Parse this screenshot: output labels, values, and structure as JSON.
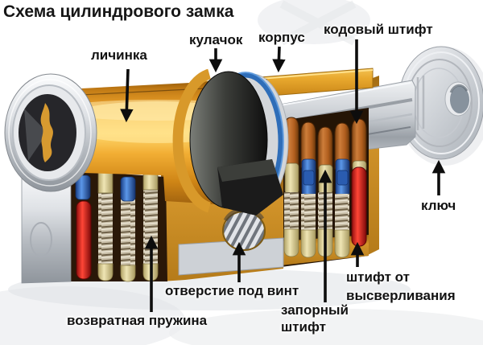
{
  "title": "Схема цилиндрового замка",
  "diagram": {
    "subject": "cylinder-lock-cutaway-schematic",
    "labels": {
      "lichinka": "личинка",
      "kulachok": "кулачок",
      "korpus": "корпус",
      "kodovyy_shtift": "кодовый штифт",
      "klyuch": "ключ",
      "otverstie_pod_vint": "отверстие под винт",
      "vozvratnaya_pruzhina": "возвратная пружина",
      "zapornyy_shtift": "запорный штифт",
      "shtift_ot_vysverlivaniya": "штифт от высверливания"
    },
    "colors": {
      "housing_gold": "#d2942a",
      "plug_highlight": "#ffd96e",
      "cam_black": "#1b1b1b",
      "cam_ring_blue": "#2e6db8",
      "code_pin_brown": "#b05e1e",
      "locking_pin_cream": "#efe5b4",
      "spool_pin_blue": "#2f6fc2",
      "anti_drill_pin_red": "#e02020",
      "chrome": "#cfd3d8",
      "label_color": "#121212",
      "background": "#ffffff"
    }
  }
}
